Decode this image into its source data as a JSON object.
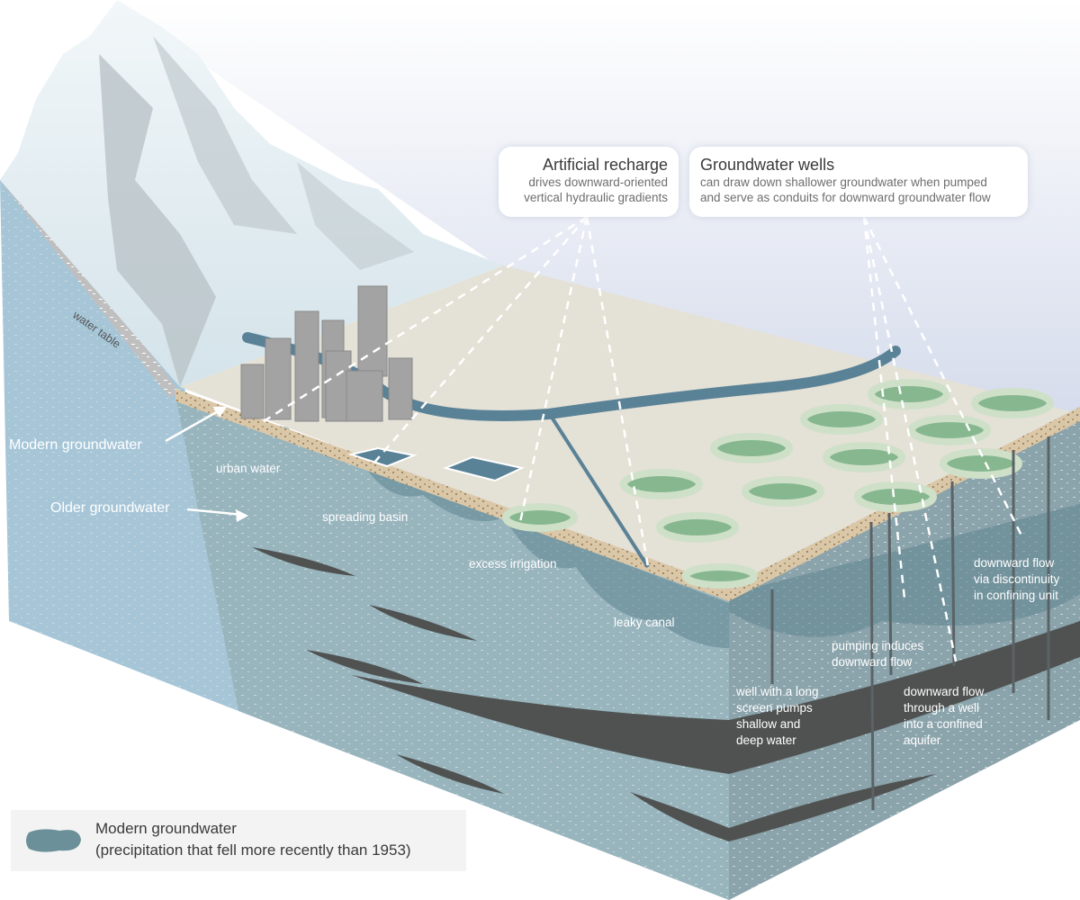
{
  "callouts": {
    "artificial_recharge": {
      "title": "Artificial recharge",
      "line1": "drives downward-oriented",
      "line2": "vertical hydraulic gradients"
    },
    "groundwater_wells": {
      "title": "Groundwater wells",
      "line1": "can draw down shallower groundwater when pumped",
      "line2": "and serve as conduits for downward groundwater flow"
    }
  },
  "labels": {
    "water_table": "water table",
    "modern_groundwater": "Modern groundwater",
    "older_groundwater": "Older groundwater",
    "urban_water": "urban water",
    "spreading_basin": "spreading basin",
    "excess_irrigation": "excess irrigation",
    "leaky_canal": "leaky canal",
    "pumping_induces_1": "pumping induces",
    "pumping_induces_2": "downward flow",
    "long_screen_1": "well with a long",
    "long_screen_2": "screen pumps",
    "long_screen_3": "shallow and",
    "long_screen_4": "deep water",
    "through_well_1": "downward flow",
    "through_well_2": "through a well",
    "through_well_3": "into a confined",
    "through_well_4": "aquifer",
    "discontinuity_1": "downward flow",
    "discontinuity_2": "via discontinuity",
    "discontinuity_3": "in confining unit"
  },
  "legend": {
    "line1": "Modern groundwater",
    "line2": "(precipitation that fell more recently than 1953)"
  },
  "colors": {
    "block_front": "#98b4bd",
    "block_left": "#a6c6d8",
    "surface": "#e4e1d6",
    "modern_groundwater": "#5e8590",
    "confining_unit": "#4f5250",
    "canal": "#5a8297",
    "irrigation_circle": "#86b78f",
    "mountain_snow": "#dfe9ee",
    "mountain_rock": "#b9c3c8",
    "callout_text": "#3a3a3a"
  }
}
